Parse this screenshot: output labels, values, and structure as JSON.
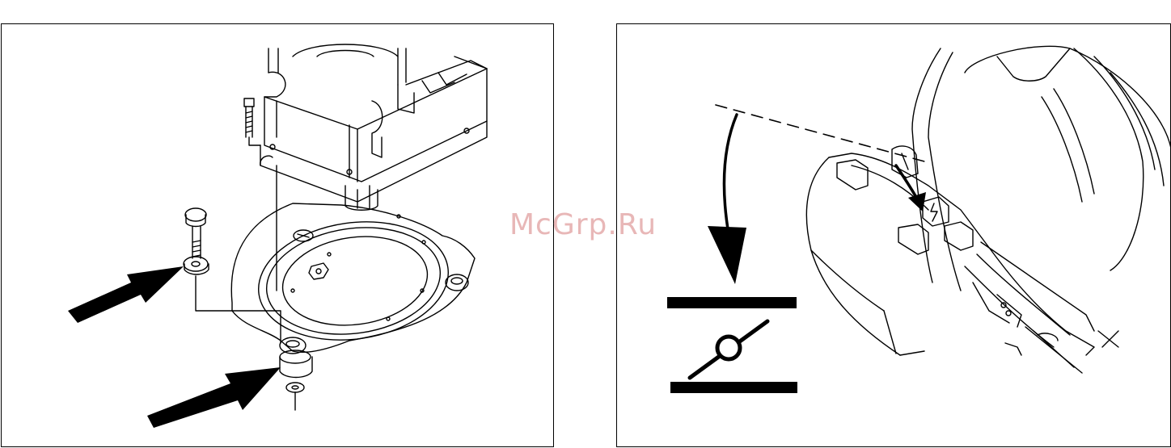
{
  "watermark": {
    "text": "McGrp.Ru"
  },
  "figures": [
    {
      "name": "mounting-flange-assembly",
      "icon": "exploded-mounting-illustration"
    },
    {
      "name": "cover-opening-detail",
      "icon": "cover-latch-illustration"
    }
  ],
  "symbols": {
    "right_panel": "two-position-switch-symbol"
  },
  "colors": {
    "line": "#000000",
    "background": "#ffffff",
    "watermark": "#e8b7b7"
  }
}
